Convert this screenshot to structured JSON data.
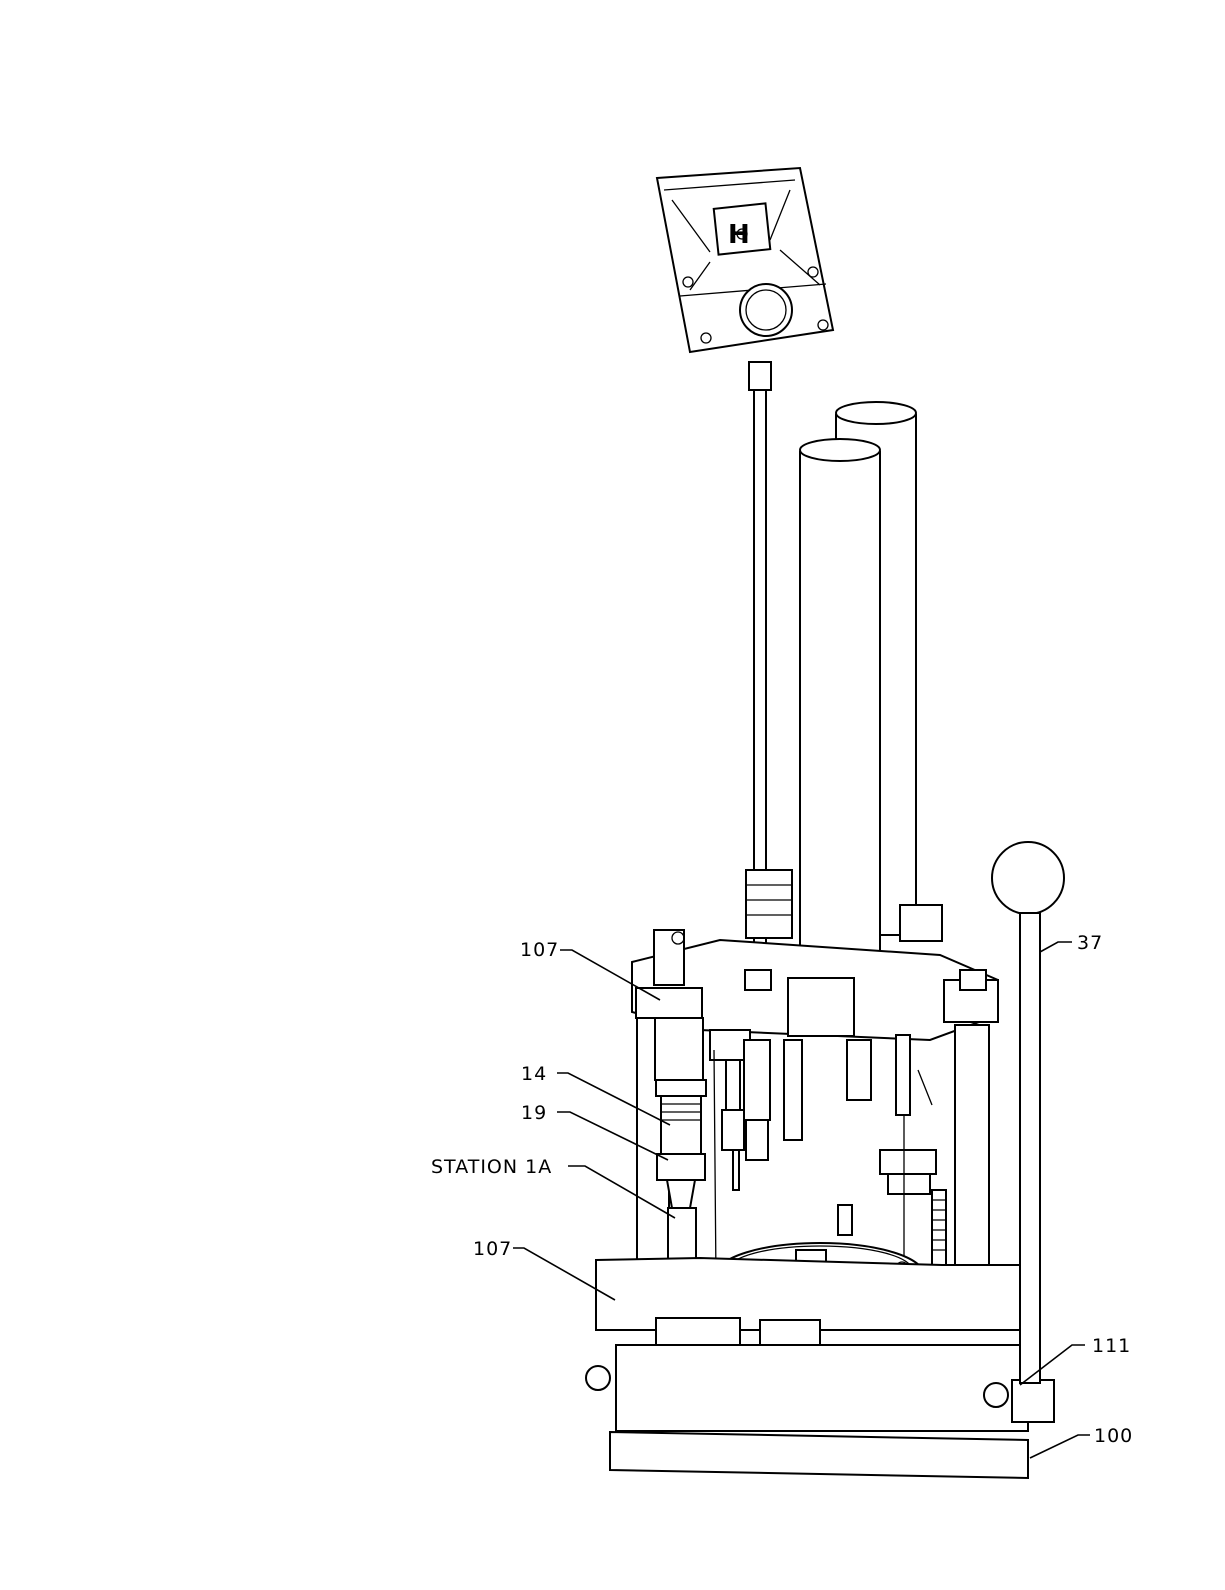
{
  "labels": {
    "l107_top": "107",
    "l14": "14",
    "l19": "19",
    "station": "STATION  1A",
    "l107_bottom": "107",
    "l37": "37",
    "l111": "111",
    "l100": "100"
  }
}
